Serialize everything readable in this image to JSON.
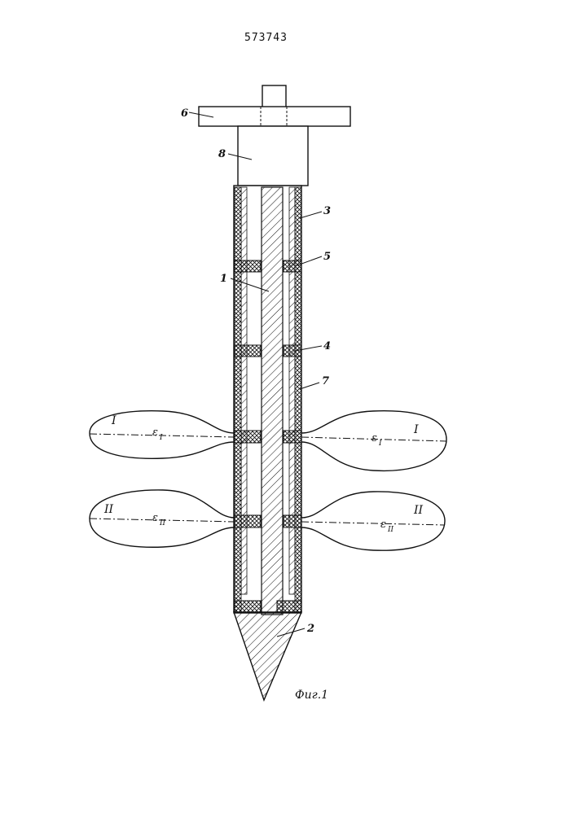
{
  "document": {
    "patent_number": "573743",
    "figure_caption": "Фиг.1"
  },
  "labels": {
    "rod": "1",
    "tip": "2",
    "part_3": "3",
    "part_4": "4",
    "part_5": "5",
    "part_7": "7",
    "head": "8",
    "handle": "6"
  },
  "patterns": {
    "upper": {
      "left_roman": "I",
      "right_roman": "I",
      "epsilon": "ε",
      "eps_sub": "I"
    },
    "lower": {
      "left_roman": "II",
      "right_roman": "II",
      "epsilon": "ε",
      "eps_sub": "II"
    }
  },
  "colors": {
    "ink": "#111111",
    "paper": "#ffffff"
  }
}
